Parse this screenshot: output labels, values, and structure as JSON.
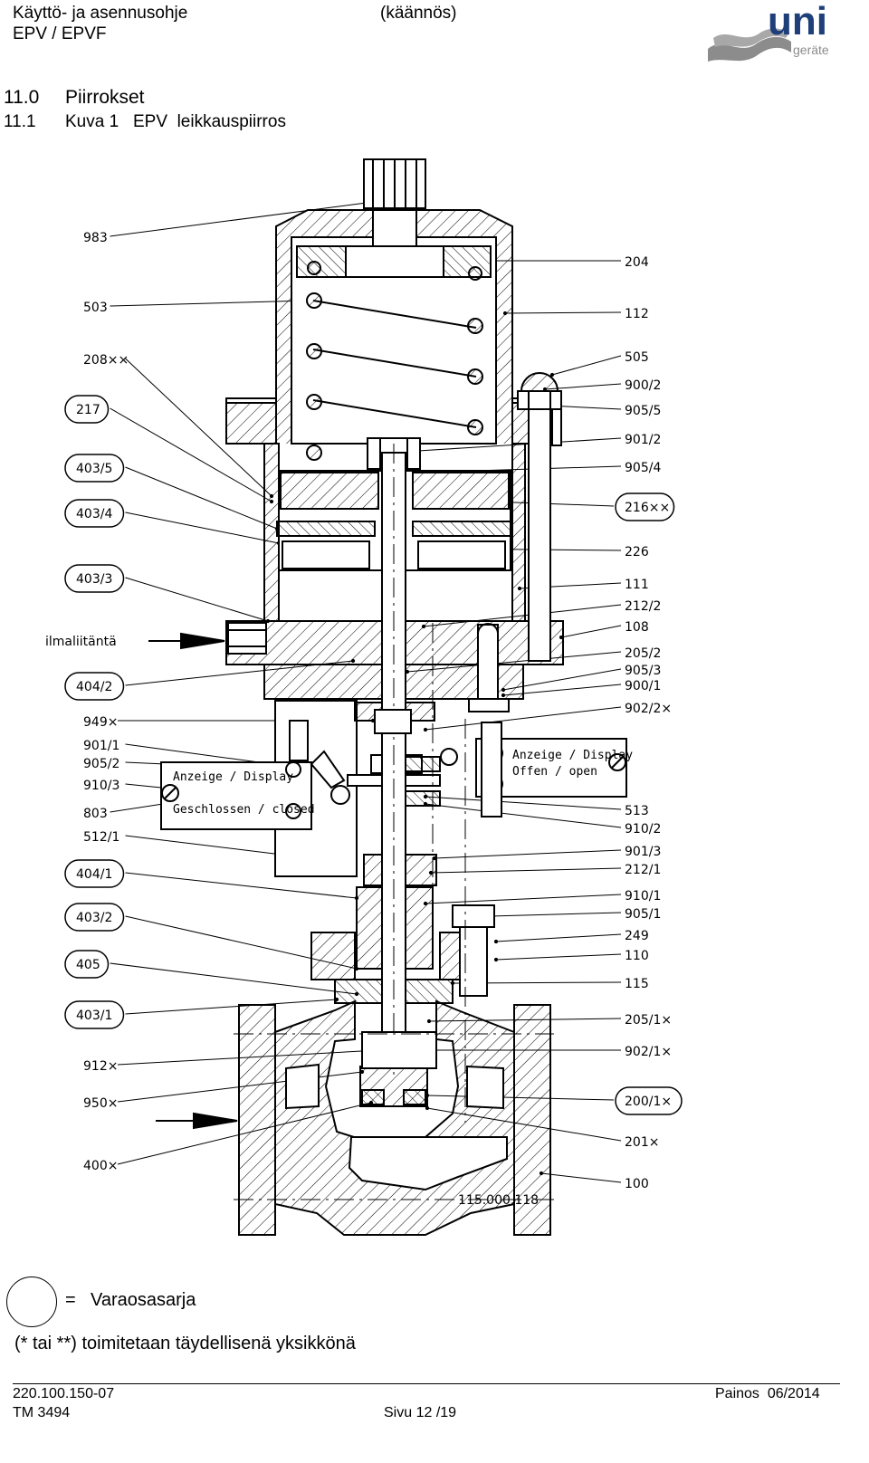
{
  "header": {
    "title": "Käyttö- ja asennusohje",
    "model": "EPV / EPVF",
    "note": "(käännös)",
    "logo_text": "uni",
    "logo_sub": "geräte"
  },
  "section": {
    "number": "11.0",
    "title": "Piirrokset",
    "sub_number": "11.1",
    "sub_title": "Kuva 1   EPV  leikkauspiirros"
  },
  "drawing": {
    "air_connection": "ilmaliitäntä",
    "drawing_number": "115.000.118",
    "display_left_1": "Anzeige / Display",
    "display_left_2": "Geschlossen / closed",
    "display_right_1": "Anzeige / Display",
    "display_right_2": "Offen / open",
    "left_labels": [
      {
        "text": "983",
        "circled": false
      },
      {
        "text": "503",
        "circled": false
      },
      {
        "text": "208××",
        "circled": false
      },
      {
        "text": "217",
        "circled": true
      },
      {
        "text": "403/5",
        "circled": true
      },
      {
        "text": "403/4",
        "circled": true
      },
      {
        "text": "403/3",
        "circled": true
      },
      {
        "text": "404/2",
        "circled": true
      },
      {
        "text": "949×",
        "circled": false
      },
      {
        "text": "901/1",
        "circled": false
      },
      {
        "text": "905/2",
        "circled": false
      },
      {
        "text": "910/3",
        "circled": false
      },
      {
        "text": "803",
        "circled": false
      },
      {
        "text": "512/1",
        "circled": false
      },
      {
        "text": "404/1",
        "circled": true
      },
      {
        "text": "403/2",
        "circled": true
      },
      {
        "text": "405",
        "circled": true
      },
      {
        "text": "403/1",
        "circled": true
      },
      {
        "text": "912×",
        "circled": false
      },
      {
        "text": "950×",
        "circled": false
      },
      {
        "text": "400×",
        "circled": false
      }
    ],
    "right_labels": [
      {
        "text": "204",
        "circled": false
      },
      {
        "text": "112",
        "circled": false
      },
      {
        "text": "505",
        "circled": false
      },
      {
        "text": "900/2",
        "circled": false
      },
      {
        "text": "905/5",
        "circled": false
      },
      {
        "text": "901/2",
        "circled": false
      },
      {
        "text": "905/4",
        "circled": false
      },
      {
        "text": "216××",
        "circled": true
      },
      {
        "text": "226",
        "circled": false
      },
      {
        "text": "111",
        "circled": false
      },
      {
        "text": "212/2",
        "circled": false
      },
      {
        "text": "108",
        "circled": false
      },
      {
        "text": "205/2",
        "circled": false
      },
      {
        "text": "905/3",
        "circled": false
      },
      {
        "text": "900/1",
        "circled": false
      },
      {
        "text": "902/2×",
        "circled": false
      },
      {
        "text": "513",
        "circled": false
      },
      {
        "text": "910/2",
        "circled": false
      },
      {
        "text": "901/3",
        "circled": false
      },
      {
        "text": "212/1",
        "circled": false
      },
      {
        "text": "910/1",
        "circled": false
      },
      {
        "text": "905/1",
        "circled": false
      },
      {
        "text": "249",
        "circled": false
      },
      {
        "text": "110",
        "circled": false
      },
      {
        "text": "115",
        "circled": false
      },
      {
        "text": "205/1×",
        "circled": false
      },
      {
        "text": "902/1×",
        "circled": false
      },
      {
        "text": "200/1×",
        "circled": true
      },
      {
        "text": "201×",
        "circled": false
      },
      {
        "text": "100",
        "circled": false
      }
    ]
  },
  "legend": {
    "equals": "=",
    "spare_kit": "Varaosasarja",
    "note": "(* tai **) toimitetaan täydellisenä yksikkönä"
  },
  "footer": {
    "doc_number": "220.100.150-07",
    "tm": "TM 3494",
    "page": "Sivu 12 /19",
    "edition": "Painos  06/2014"
  }
}
